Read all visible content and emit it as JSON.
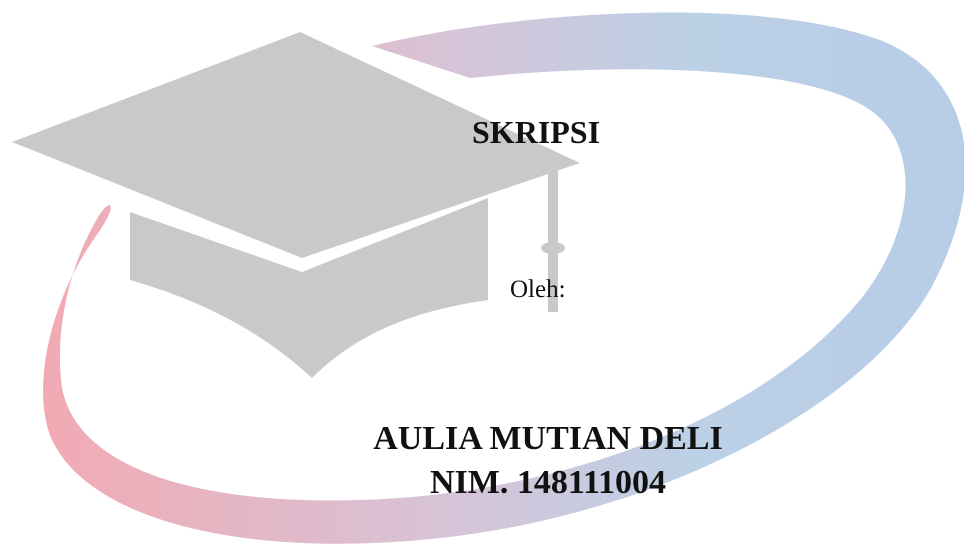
{
  "document": {
    "title": "SKRIPSI",
    "by_label": "Oleh:",
    "author_name": "AULIA MUTIAN DELI",
    "student_id": "NIM. 148111004"
  },
  "colors": {
    "ring_start": "#f1aab3",
    "ring_mid": "#d6c4d8",
    "ring_end": "#bcd0e6",
    "cap": "#c9c9c9",
    "text": "#111111"
  },
  "icons": {
    "background": "graduation-cap-icon",
    "ring": "swoosh-ring"
  }
}
